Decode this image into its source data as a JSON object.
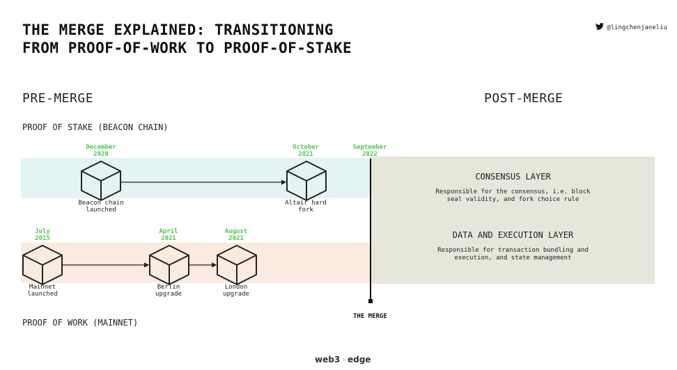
{
  "header": {
    "title_line1": "THE MERGE EXPLAINED: TRANSITIONING",
    "title_line2": "FROM PROOF-OF-WORK TO PROOF-OF-STAKE",
    "handle": "@lingchenjaneliu",
    "handle_icon": "twitter-bird-icon"
  },
  "sections": {
    "pre_merge": "PRE-MERGE",
    "post_merge": "POST-MERGE",
    "pos_label": "PROOF OF STAKE (BEACON CHAIN)",
    "pow_label": "PROOF OF WORK (MAINNET)"
  },
  "pos_events": [
    {
      "date_line1": "December",
      "date_line2": "2020",
      "caption_line1": "Beacon chain",
      "caption_line2": "launched"
    },
    {
      "date_line1": "October",
      "date_line2": "2021",
      "caption_line1": "Altair hard",
      "caption_line2": "fork"
    }
  ],
  "pow_events": [
    {
      "date_line1": "July",
      "date_line2": "2015",
      "caption_line1": "Mainnet",
      "caption_line2": "launched"
    },
    {
      "date_line1": "April",
      "date_line2": "2021",
      "caption_line1": "Berlin",
      "caption_line2": "upgrade"
    },
    {
      "date_line1": "August",
      "date_line2": "2021",
      "caption_line1": "London",
      "caption_line2": "upgrade"
    }
  ],
  "merge": {
    "date_line1": "September",
    "date_line2": "2022",
    "label": "THE MERGE"
  },
  "post_merge_layers": [
    {
      "title": "CONSENSUS LAYER",
      "desc_line1": "Responsible for the consensus, i.e. block",
      "desc_line2": "seal validity, and fork choice rule"
    },
    {
      "title": "DATA AND EXECUTION LAYER",
      "desc_line1": "Responsible for transaction bundling and",
      "desc_line2": "execution, and state management"
    }
  ],
  "footer": {
    "logo_left": "web3",
    "logo_chevron": "›",
    "logo_right": "edge"
  },
  "colors": {
    "date_green": "#4fc94f",
    "pos_band": "#e4f4f4",
    "pow_band": "#fbeadf",
    "post_panel": "#e6e6da"
  }
}
